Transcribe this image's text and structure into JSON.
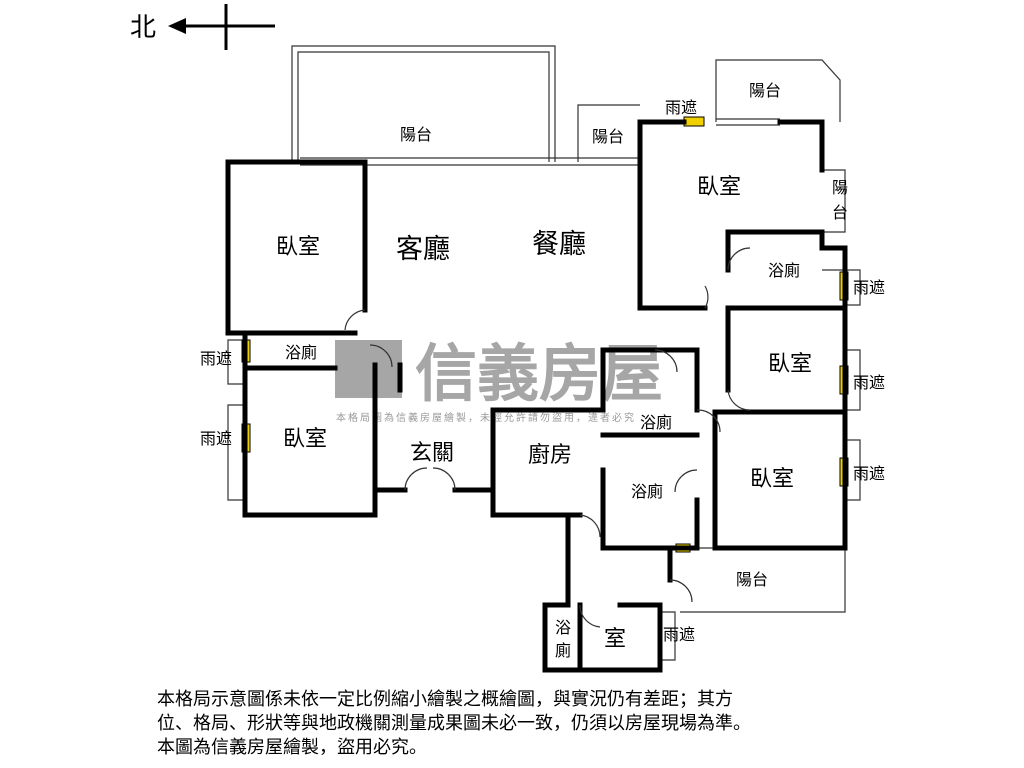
{
  "compass": {
    "north_label": "北"
  },
  "rooms": {
    "balcony_top": "陽台",
    "balcony_small": "陽台",
    "balcony_top_right": "陽台",
    "balcony_right_a": "陽",
    "balcony_right_b": "台",
    "balcony_bottom": "陽台",
    "awning_top": "雨遮",
    "awning_right_1": "雨遮",
    "awning_right_2": "雨遮",
    "awning_right_3": "雨遮",
    "awning_left_1": "雨遮",
    "awning_left_2": "雨遮",
    "awning_bottom": "雨遮",
    "bedroom_left_top": "臥室",
    "bedroom_left_bottom": "臥室",
    "bedroom_master": "臥室",
    "bedroom_right_mid": "臥室",
    "bedroom_right_bottom": "臥室",
    "living_room": "客廳",
    "dining_room": "餐廳",
    "bath_left": "浴廁",
    "bath_right": "浴廁",
    "bath_center_top": "浴廁",
    "bath_center_bottom": "浴廁",
    "bath_bottom_a": "浴",
    "bath_bottom_b": "廁",
    "room_bottom": "室",
    "foyer": "玄關",
    "kitchen": "廚房"
  },
  "watermark": {
    "brand": "信義房屋",
    "notice": "本格局圖為信義房屋繪製，未經允許請勿盜用，違者必究"
  },
  "disclaimer": {
    "line1": "本格局示意圖係未依一定比例縮小繪製之概繪圖，與實況仍有差距；其方",
    "line2": "位、格局、形狀等與地政機關測量成果圖未必一致，仍須以房屋現場為準。",
    "line3": "本圖為信義房屋繪製，盜用必究。"
  }
}
